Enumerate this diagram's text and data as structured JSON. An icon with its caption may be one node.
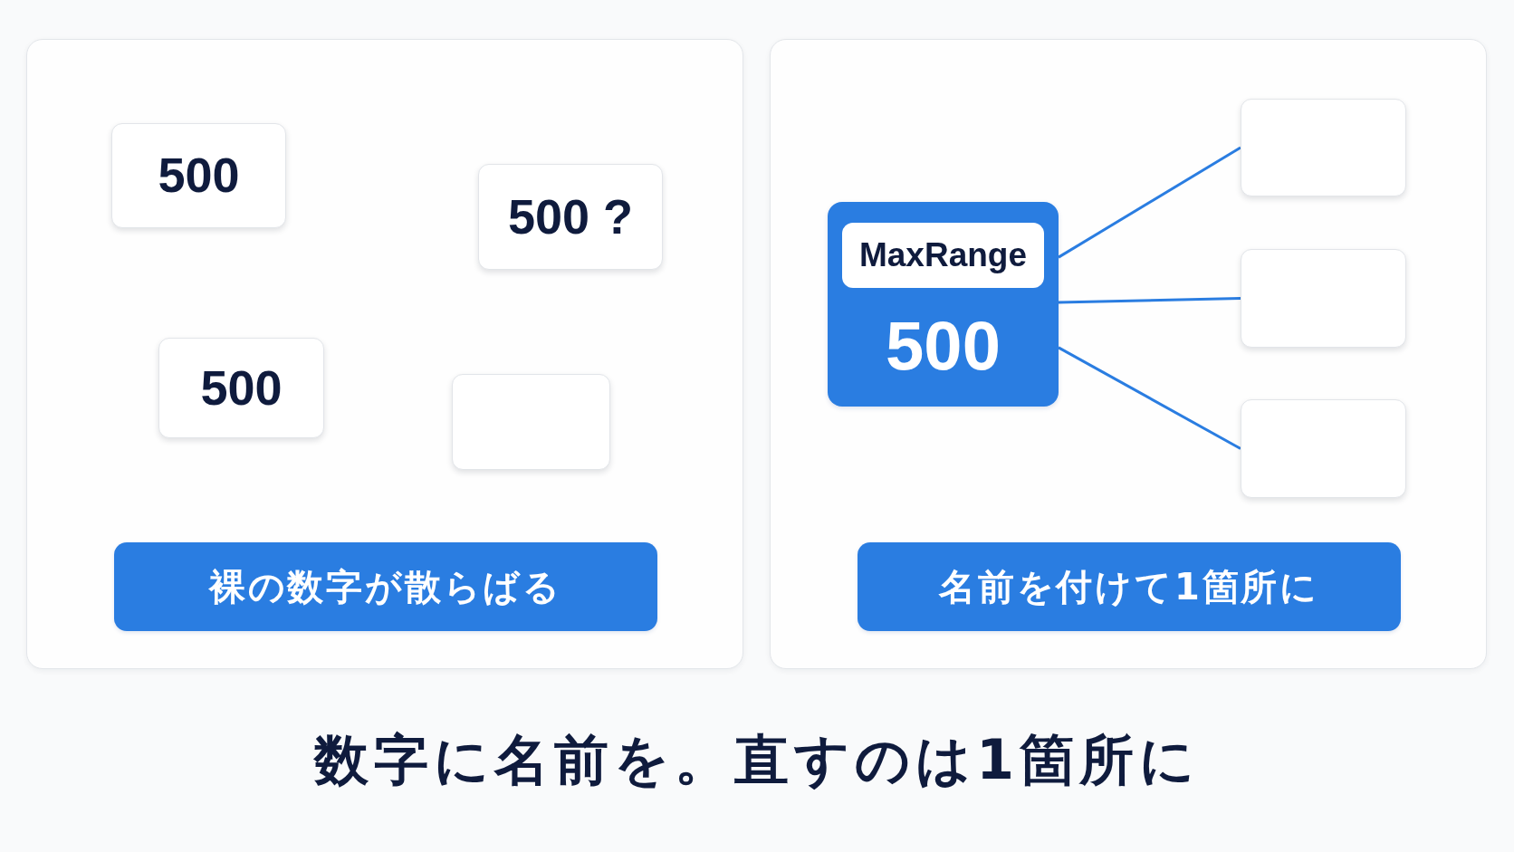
{
  "diagram": {
    "title": "数字に名前を。直すのは1箇所に",
    "nodes": [
      {
        "text": [],
        "shape": "box"
      },
      {
        "text": [
          "500"
        ],
        "in": 0
      },
      {
        "text": [
          "500 ?"
        ],
        "in": 0
      },
      {
        "text": [
          "500"
        ],
        "in": 0
      },
      {
        "text": [],
        "shape": "box",
        "in": 0
      },
      {
        "text": [
          "裸の数字が散らばる"
        ],
        "in": 0
      },
      {
        "text": [],
        "shape": "box"
      },
      {
        "text": [
          "500"
        ],
        "in": 6
      },
      {
        "text": [
          "MaxRange"
        ],
        "in": 7
      },
      {
        "text": [],
        "shape": "box",
        "in": 6
      },
      {
        "text": [],
        "shape": "box",
        "in": 6
      },
      {
        "text": [],
        "shape": "box",
        "in": 6
      },
      {
        "text": [
          "名前を付けて1箇所に"
        ],
        "in": 6
      }
    ],
    "edges": [
      {
        "from": 7,
        "to": 9,
        "arrow": "none"
      },
      {
        "from": 7,
        "to": 10,
        "arrow": "none"
      },
      {
        "from": 7,
        "to": 11,
        "arrow": "none"
      }
    ]
  }
}
